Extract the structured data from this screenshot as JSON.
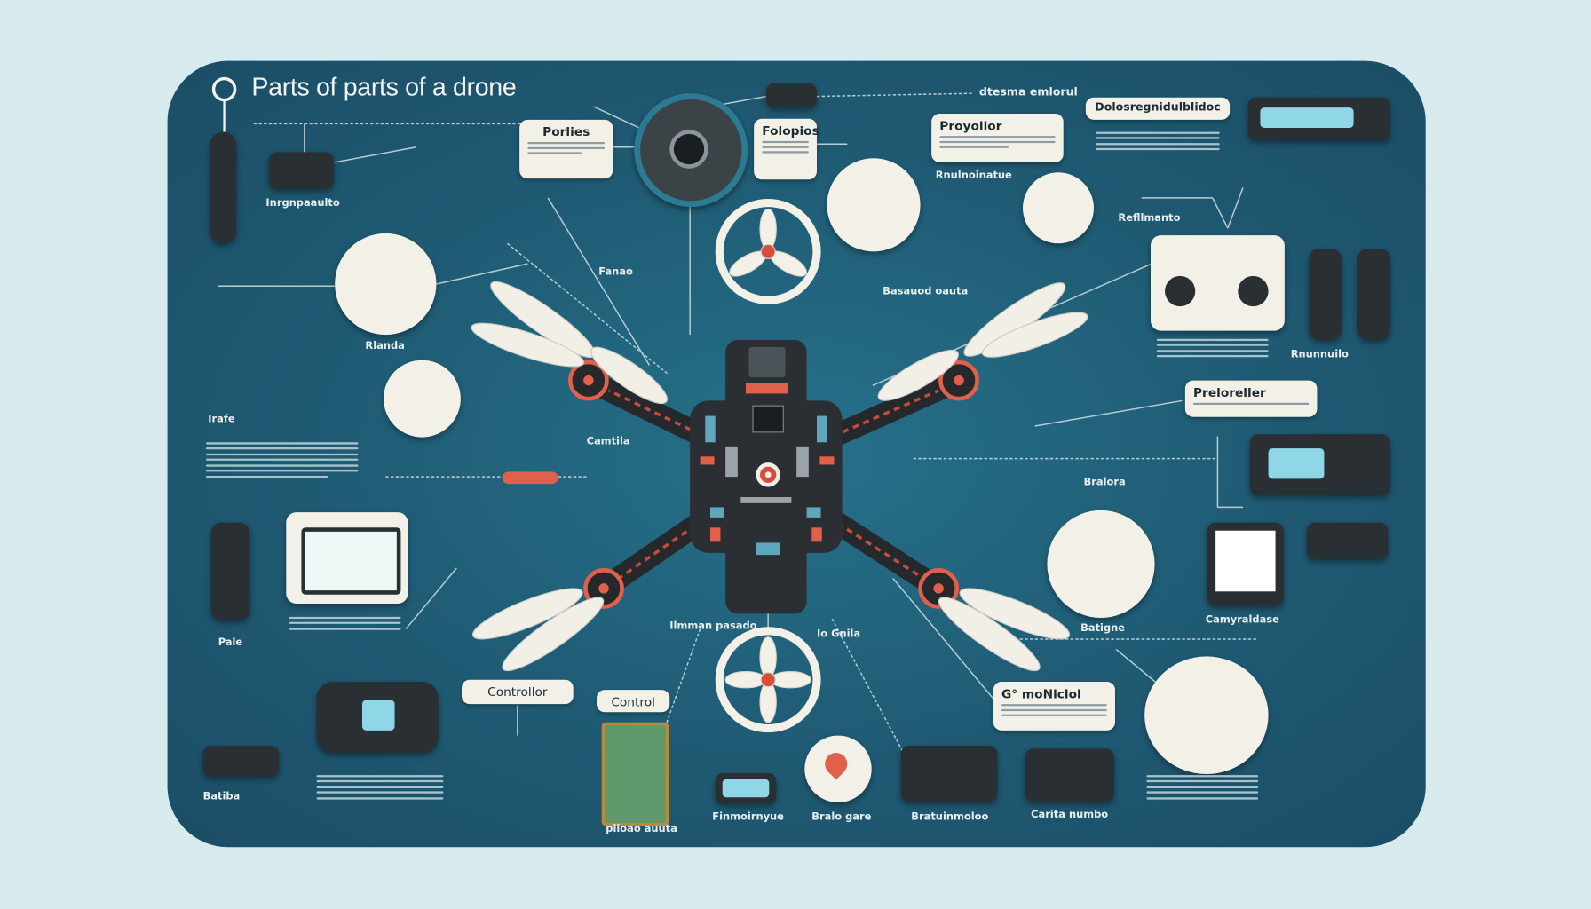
{
  "title": "Parts of parts of a drone",
  "callouts": {
    "parts": "Porlies",
    "folopios": "Folopios",
    "propeller_top": "Proyollor",
    "top_right": "Dolosregnidulblidoc",
    "propeller_right": "Preloreller",
    "controller": "Controllor",
    "control": "Control",
    "gps_module": "G° moNlclol"
  },
  "labels": {
    "top_right_caption": "dtesma emlorul",
    "mid_top": "Rnulnoinatue",
    "right_top": "Refllmanto",
    "left_1": "Inrgnpaaulto",
    "left_2": "Rlanda",
    "left_3": "Irafe",
    "left_4": "Pale",
    "left_5": "Batiba",
    "right_1": "Batigne",
    "right_2": "Camyraldase",
    "right_3": "Bralora",
    "right_4": "Rnunnuilo",
    "bottom_1": "Bralo gare",
    "bottom_2": "Bratuinmoloo",
    "bottom_3": "Carita numbo",
    "bottom_4": "Finmoirnyue",
    "bottom_5": "plioao auuta",
    "center_1": "Fanao",
    "center_2": "Camtila",
    "center_3": "Basauod oauta",
    "center_4": "Ilmman pasado",
    "center_5": "Io Gnila"
  },
  "colors": {
    "background": "#d7ebee",
    "panel": "#1f5a73",
    "card": "#f3f1e7",
    "accent": "#e8654f",
    "device": "#2a2f33",
    "screen": "#8fd7e6"
  }
}
